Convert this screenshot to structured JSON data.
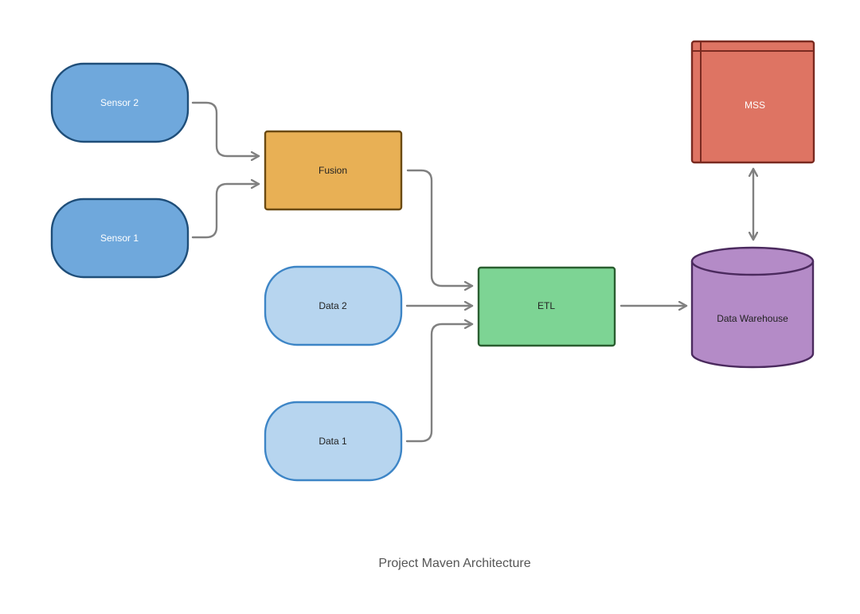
{
  "caption": "Project Maven Architecture",
  "colors": {
    "sensor_fill": "#6fa8dc",
    "sensor_stroke": "#1f4e79",
    "data_fill": "#b7d5ef",
    "data_stroke": "#3d85c6",
    "fusion_fill": "#e8b055",
    "fusion_stroke": "#6b4a12",
    "etl_fill": "#7dd494",
    "etl_stroke": "#2a5e30",
    "warehouse_fill": "#b48bc7",
    "warehouse_stroke": "#4b2a5e",
    "mss_fill": "#de7463",
    "mss_stroke": "#7a2a20",
    "edge": "#808080",
    "caption_text": "#555555"
  },
  "nodes": {
    "sensor_2": "Sensor 2",
    "sensor_1": "Sensor 1",
    "fusion": "Fusion",
    "data_2": "Data 2",
    "data_1": "Data 1",
    "etl": "ETL",
    "data_warehouse": "Data Warehouse",
    "mss": "MSS"
  }
}
